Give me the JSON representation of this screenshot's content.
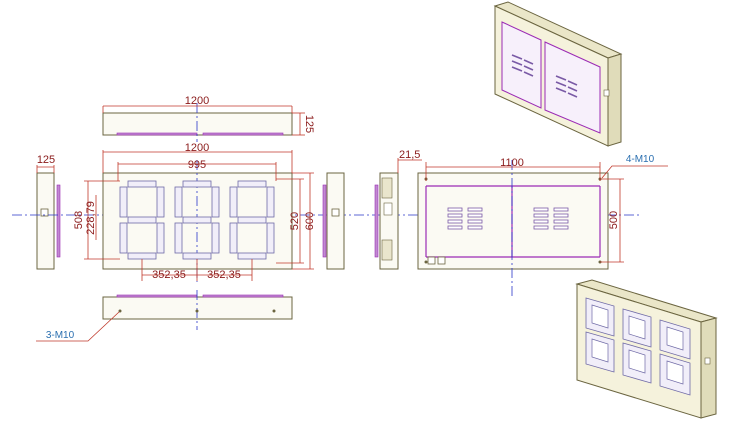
{
  "dimensions": {
    "top_view_width": "1200",
    "top_view_depth": "125",
    "front_width": "1200",
    "digit_span": "995",
    "side_depth": "125",
    "height_inner": "508",
    "digit_pitch_v": "228,79",
    "height_520": "520",
    "height_600": "600",
    "digit_pitch_1": "352,35",
    "digit_pitch_2": "352,35",
    "side_offset": "21,5",
    "back_width": "1100",
    "back_height": "500"
  },
  "labels": {
    "bolt_back": "4-M10",
    "bolt_bottom": "3-M10"
  },
  "colors": {
    "outline": "#6b6540",
    "dimension": "#c0392b",
    "centerline": "#2a36c9",
    "mounting": "#9b2bb5",
    "callout": "#2a6fb0"
  }
}
